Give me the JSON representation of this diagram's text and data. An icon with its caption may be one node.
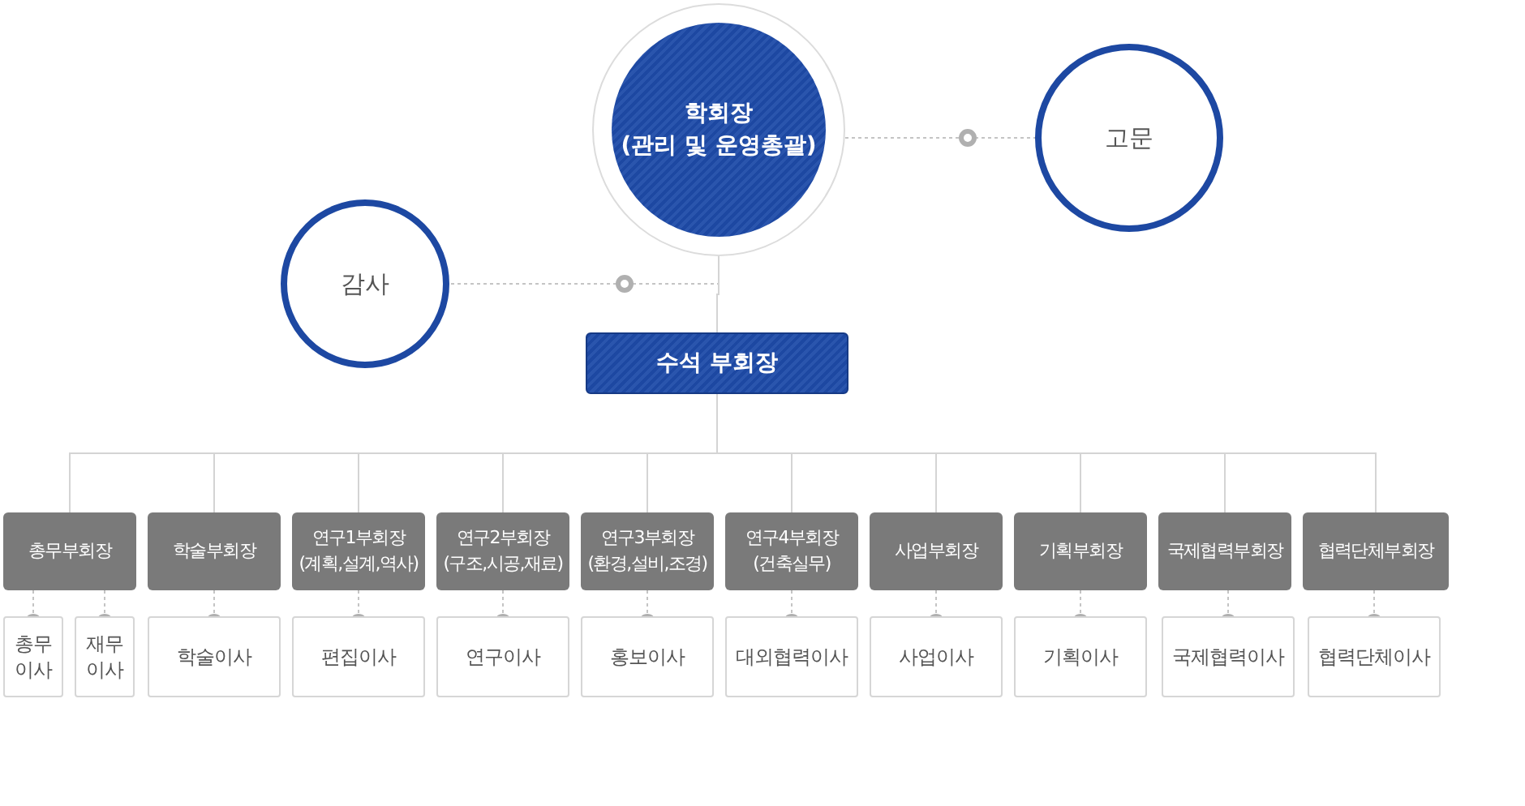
{
  "diagram": {
    "nodes": [
      {
        "text": [
          "학회장",
          "(관리 및 운영총괄)"
        ]
      },
      {
        "text": [
          "고문"
        ]
      },
      {
        "text": [
          "감사"
        ]
      },
      {
        "text": [
          "수석 부회장"
        ]
      },
      {
        "text": [
          "총무부회장"
        ]
      },
      {
        "text": [
          "학술부회장"
        ]
      },
      {
        "text": [
          "연구1부회장",
          "(계획,설계,역사)"
        ]
      },
      {
        "text": [
          "연구2부회장",
          "(구조,시공,재료)"
        ]
      },
      {
        "text": [
          "연구3부회장",
          "(환경,설비,조경)"
        ]
      },
      {
        "text": [
          "연구4부회장",
          "(건축실무)"
        ]
      },
      {
        "text": [
          "사업부회장"
        ]
      },
      {
        "text": [
          "기획부회장"
        ]
      },
      {
        "text": [
          "국제협력부회장"
        ]
      },
      {
        "text": [
          "협력단체부회장"
        ]
      },
      {
        "text": [
          "총무 이사"
        ]
      },
      {
        "text": [
          "재무 이사"
        ]
      },
      {
        "text": [
          "학술이사"
        ]
      },
      {
        "text": [
          "편집이사"
        ]
      },
      {
        "text": [
          "연구이사"
        ]
      },
      {
        "text": [
          "홍보이사"
        ]
      },
      {
        "text": [
          "대외협력이사"
        ]
      },
      {
        "text": [
          "사업이사"
        ]
      },
      {
        "text": [
          "기획이사"
        ]
      },
      {
        "text": [
          "국제협력이사"
        ]
      },
      {
        "text": [
          "협력단체이사"
        ]
      }
    ],
    "edges": [
      {
        "from": 0,
        "to": 1,
        "arrow": "none",
        "style": "dashed"
      },
      {
        "from": 0,
        "to": 2,
        "arrow": "none",
        "style": "dashed"
      },
      {
        "from": 0,
        "to": 3,
        "arrow": "none"
      },
      {
        "from": 3,
        "to": 4,
        "arrow": "none"
      },
      {
        "from": 3,
        "to": 5,
        "arrow": "none"
      },
      {
        "from": 3,
        "to": 6,
        "arrow": "none"
      },
      {
        "from": 3,
        "to": 7,
        "arrow": "none"
      },
      {
        "from": 3,
        "to": 8,
        "arrow": "none"
      },
      {
        "from": 3,
        "to": 9,
        "arrow": "none"
      },
      {
        "from": 3,
        "to": 10,
        "arrow": "none"
      },
      {
        "from": 3,
        "to": 11,
        "arrow": "none"
      },
      {
        "from": 3,
        "to": 12,
        "arrow": "none"
      },
      {
        "from": 3,
        "to": 13,
        "arrow": "none"
      },
      {
        "from": 4,
        "to": 14,
        "arrow": "other",
        "style": "dashed"
      },
      {
        "from": 4,
        "to": 15,
        "arrow": "other",
        "style": "dashed"
      },
      {
        "from": 5,
        "to": 16,
        "arrow": "other",
        "style": "dashed"
      },
      {
        "from": 6,
        "to": 17,
        "arrow": "other",
        "style": "dashed"
      },
      {
        "from": 7,
        "to": 18,
        "arrow": "other",
        "style": "dashed"
      },
      {
        "from": 8,
        "to": 19,
        "arrow": "other",
        "style": "dashed"
      },
      {
        "from": 9,
        "to": 20,
        "arrow": "other",
        "style": "dashed"
      },
      {
        "from": 10,
        "to": 21,
        "arrow": "other",
        "style": "dashed"
      },
      {
        "from": 11,
        "to": 22,
        "arrow": "other",
        "style": "dashed"
      },
      {
        "from": 12,
        "to": 23,
        "arrow": "other",
        "style": "dashed"
      },
      {
        "from": 13,
        "to": 24,
        "arrow": "other",
        "style": "dashed"
      }
    ]
  }
}
